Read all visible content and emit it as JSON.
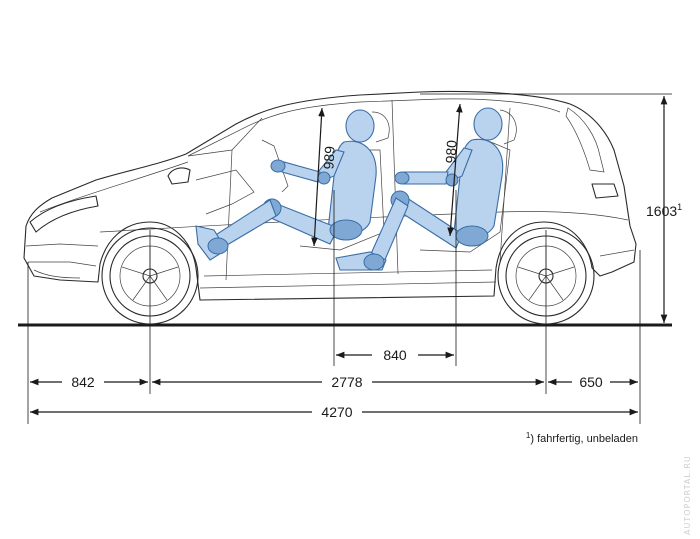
{
  "dimensions": {
    "front_overhang": "842",
    "wheelbase": "2778",
    "rear_overhang": "650",
    "overall_length": "4270",
    "seat_spacing": "840",
    "height": "1603",
    "height_footnote_mark": "1",
    "front_headroom": "989",
    "rear_headroom": "980"
  },
  "footnote": {
    "mark": "1",
    "text": ") fahrfertig, unbeladen"
  },
  "watermark": "AUTOPORTAL.RU",
  "colors": {
    "occupant_fill": "#b9d3ee",
    "occupant_stroke": "#3a6da5",
    "line": "#1a1a1a"
  }
}
